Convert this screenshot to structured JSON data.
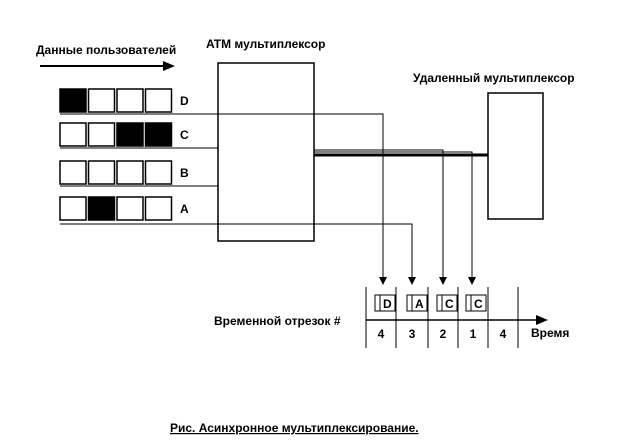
{
  "labels": {
    "user_data": "Данные пользователей",
    "atm_mux": "ATM  мультиплексор",
    "remote_mux": "Удаленный  мультиплексор",
    "time_slot": "Временной отрезок #",
    "time": "Время",
    "caption": "Рис.    Асинхронное мультиплексирование."
  },
  "users": [
    {
      "name": "D",
      "cells": [
        1,
        0,
        0,
        0
      ]
    },
    {
      "name": "C",
      "cells": [
        0,
        0,
        1,
        1
      ]
    },
    {
      "name": "B",
      "cells": [
        0,
        0,
        0,
        0
      ]
    },
    {
      "name": "A",
      "cells": [
        0,
        1,
        0,
        0
      ]
    }
  ],
  "timeline": {
    "slot_letters": [
      "D",
      "A",
      "C",
      "C"
    ],
    "slot_numbers": [
      "4",
      "3",
      "2",
      "1",
      "4"
    ]
  }
}
